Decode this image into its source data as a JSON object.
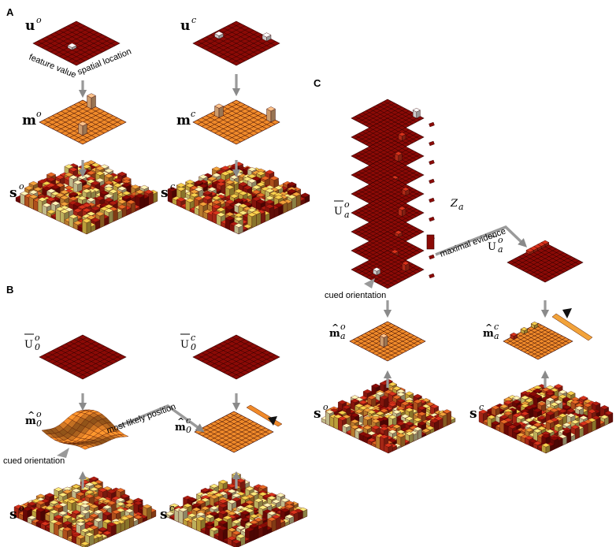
{
  "panels": {
    "a": "A",
    "b": "B",
    "c": "C"
  },
  "panel_a": {
    "u_obs": {
      "base": "u",
      "sup": "o"
    },
    "u_cue": {
      "base": "u",
      "sup": "c"
    },
    "m_obs": {
      "base": "m",
      "sup": "o"
    },
    "m_cue": {
      "base": "m",
      "sup": "c"
    },
    "s_obs": {
      "base": "s",
      "sup": "o"
    },
    "s_cue": {
      "base": "s",
      "sup": "c"
    },
    "axis_feature": "feature value",
    "axis_spatial": "spatial location"
  },
  "panel_b": {
    "u0_obs": {
      "base": "U",
      "sub": "0",
      "sup": "o"
    },
    "u0_cue": {
      "base": "U",
      "sub": "0",
      "sup": "c"
    },
    "m0_obs": {
      "base": "m",
      "sub": "0",
      "sup": "o"
    },
    "m0_cue": {
      "base": "m",
      "sub": "0",
      "sup": "c"
    },
    "s_obs": {
      "base": "s",
      "sup": "o"
    },
    "s_cue": {
      "base": "s",
      "sup": "c"
    },
    "most_likely": "most likely position",
    "cued_orientation": "cued orientation"
  },
  "panel_c": {
    "ua_stack": {
      "base": "U",
      "sub": "a",
      "sup": "o"
    },
    "ua_max": {
      "base": "U",
      "sub": "a",
      "sup": "o"
    },
    "z": {
      "base": "Z",
      "sub": "a"
    },
    "ma_obs": {
      "base": "m",
      "sub": "a",
      "sup": "o"
    },
    "ma_cue": {
      "base": "m",
      "sub": "a",
      "sup": "c"
    },
    "s_obs": {
      "base": "s",
      "sup": "o"
    },
    "s_cue": {
      "base": "s",
      "sup": "c"
    },
    "maximal_evidence": "maximal evidence",
    "cued_orientation": "cued orientation"
  },
  "colors": {
    "dark_red": "#8b0a06",
    "orange": "#f08a2a",
    "arrow": "#999999"
  }
}
